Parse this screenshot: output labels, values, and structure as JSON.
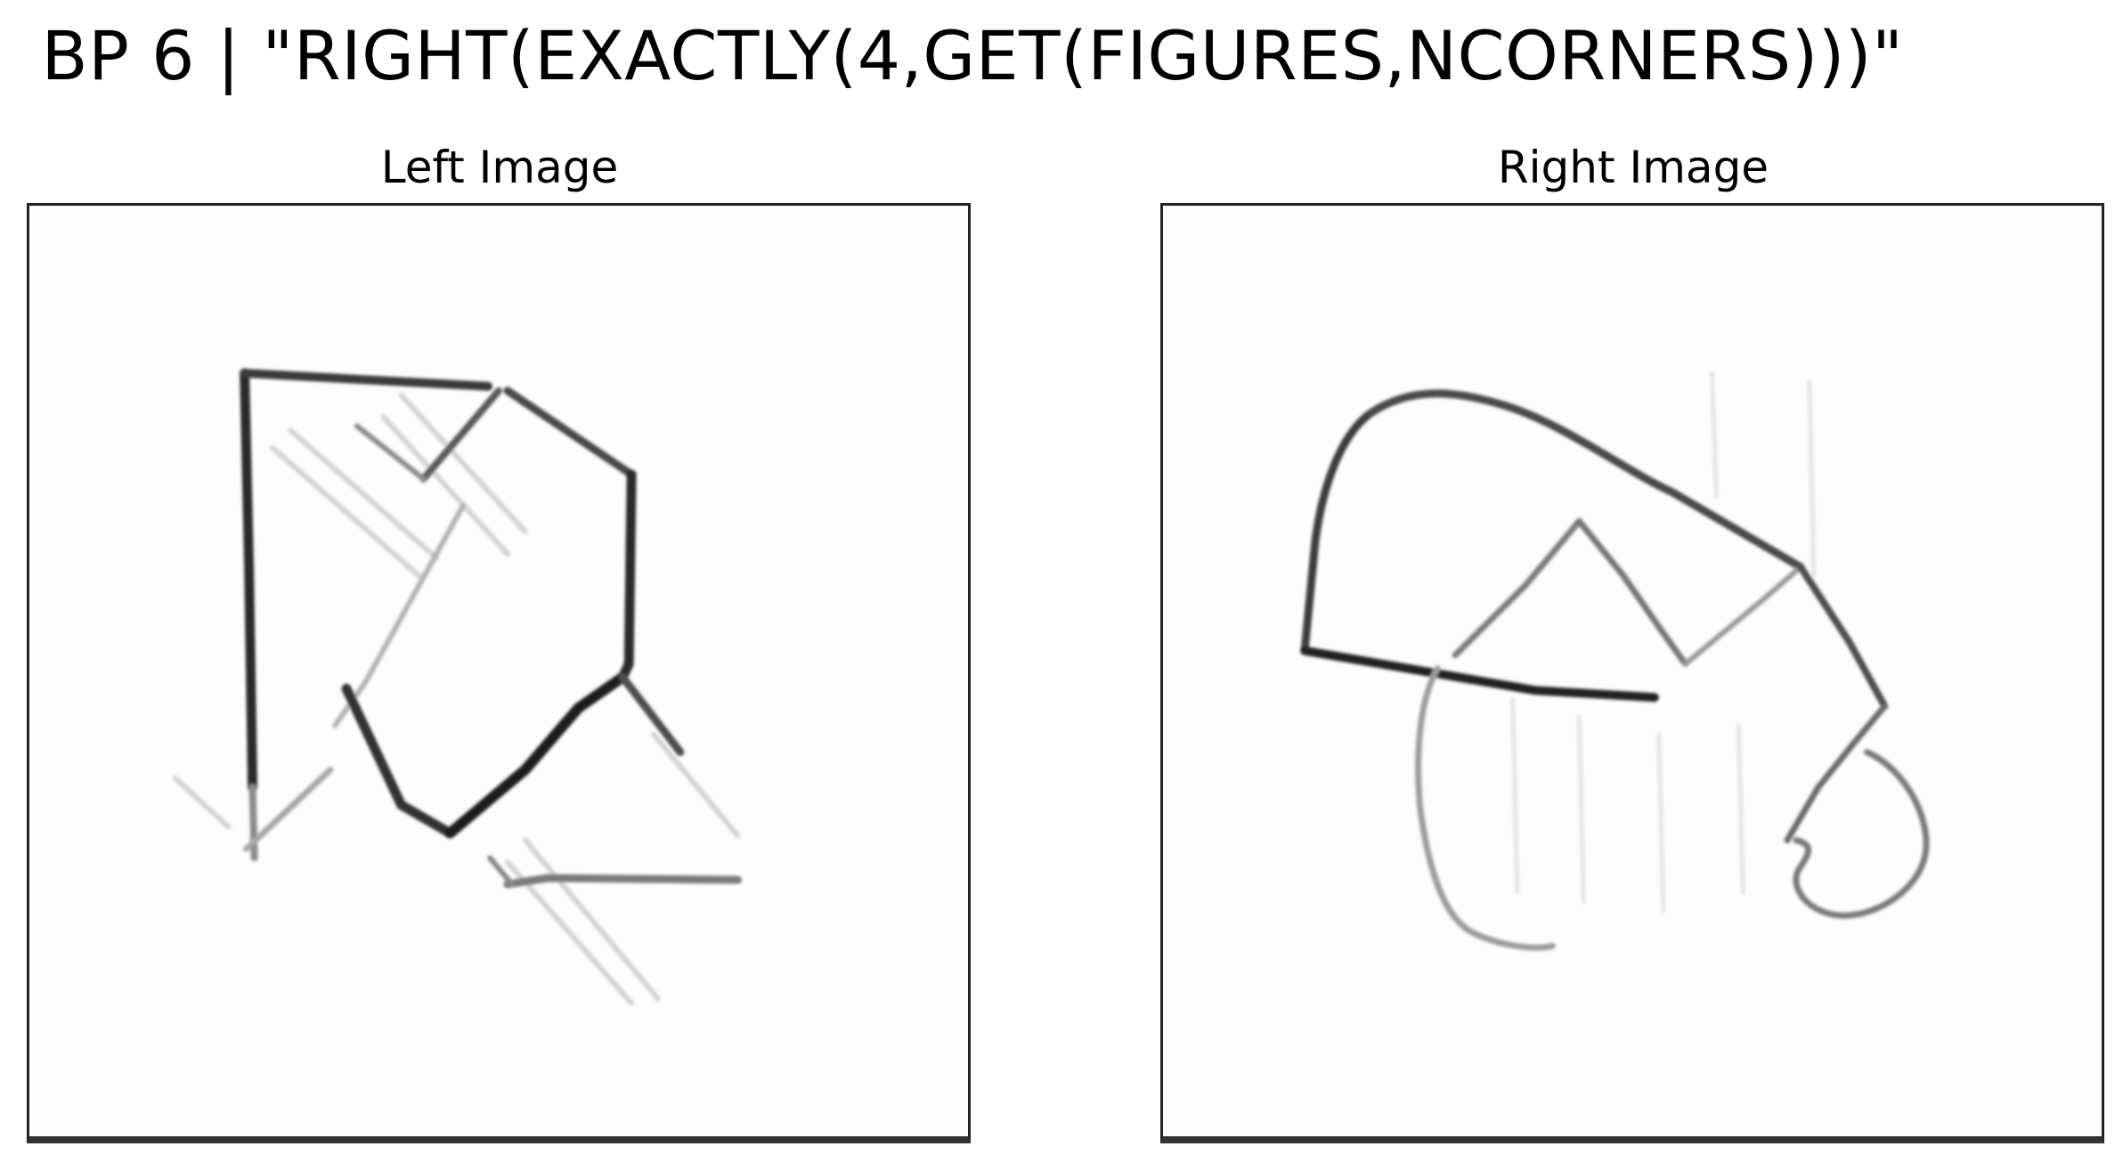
{
  "figure": {
    "title": "BP 6 | \"RIGHT(EXACTLY(4,GET(FIGURES,NCORNERS)))\""
  },
  "panels": [
    {
      "title": "Left Image",
      "content": "pixelated line drawing of overlapping angular polygons"
    },
    {
      "title": "Right Image",
      "content": "pixelated line drawing of curved loops and a quadrilateral"
    }
  ],
  "colors": {
    "background": "#ffffff",
    "frame": "#222222",
    "stroke_dark": "#1a1a1a",
    "stroke_mid": "#555555",
    "stroke_light": "#a8a8a8"
  }
}
